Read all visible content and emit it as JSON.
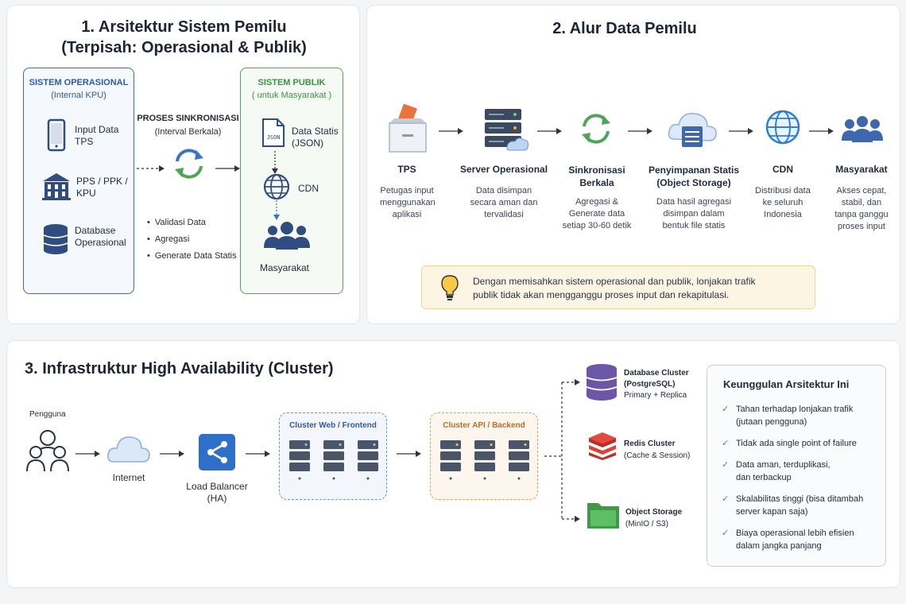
{
  "section1": {
    "title_line1": "1. Arsitektur Sistem Pemilu",
    "title_line2": "(Terpisah: Operasional & Publik)",
    "operational": {
      "title": "SISTEM OPERASIONAL",
      "subtitle": "(Internal KPU)",
      "items": [
        "Input Data TPS",
        "PPS / PPK / KPU",
        "Database Operasional"
      ]
    },
    "sync": {
      "title": "PROSES SINKRONISASI",
      "subtitle": "(Interval Berkala)",
      "bullets": [
        "Validasi Data",
        "Agregasi",
        "Generate Data Statis"
      ]
    },
    "public": {
      "title": "SISTEM PUBLIK",
      "subtitle": "( untuk Masyarakat )",
      "json_icon_text": "JSON",
      "items": [
        "Data Statis (JSON)",
        "CDN",
        "Masyarakat"
      ]
    }
  },
  "section2": {
    "title": "2. Alur Data Pemilu",
    "steps": [
      {
        "title": "TPS",
        "desc": "Petugas input menggunakan aplikasi"
      },
      {
        "title": "Server Operasional",
        "desc": "Data disimpan secara aman dan tervalidasi"
      },
      {
        "title": "Sinkronisasi Berkala",
        "desc": "Agregasi & Generate data setiap 30-60 detik"
      },
      {
        "title": "Penyimpanan Statis (Object Storage)",
        "desc": "Data hasil agregasi disimpan dalam bentuk file statis"
      },
      {
        "title": "CDN",
        "desc": "Distribusi data ke seluruh Indonesia"
      },
      {
        "title": "Masyarakat",
        "desc": "Akses cepat, stabil, dan tanpa ganggu proses input"
      }
    ],
    "tip": "Dengan memisahkan sistem operasional dan publik, lonjakan trafik publik tidak akan mengganggu proses input dan rekapitulasi."
  },
  "section3": {
    "title": "3. Infrastruktur High Availability (Cluster)",
    "user_label": "Pengguna",
    "internet_label": "Internet",
    "lb_label": "Load Balancer (HA)",
    "web_cluster": "Cluster Web / Frontend",
    "api_cluster": "Cluster API / Backend",
    "db": {
      "title": "Database Cluster (PostgreSQL)",
      "sub": "Primary + Replica"
    },
    "redis": {
      "title": "Redis Cluster",
      "sub": "(Cache & Session)"
    },
    "storage": {
      "title": "Object Storage",
      "sub": "(MinIO / S3)"
    },
    "advantages": {
      "title": "Keunggulan Arsitektur Ini",
      "items": [
        "Tahan terhadap lonjakan trafik (jutaan pengguna)",
        "Tidak ada single point of failure",
        "Data aman, terduplikasi, dan terbackup",
        "Skalabilitas tinggi (bisa ditambah server kapan saja)",
        "Biaya operasional lebih efisien dalam jangka panjang"
      ]
    }
  },
  "colors": {
    "blue": "#3f6bb5",
    "green": "#55a35b",
    "orange": "#e29c5c",
    "red": "#d9443a",
    "purple": "#6b56a8"
  }
}
